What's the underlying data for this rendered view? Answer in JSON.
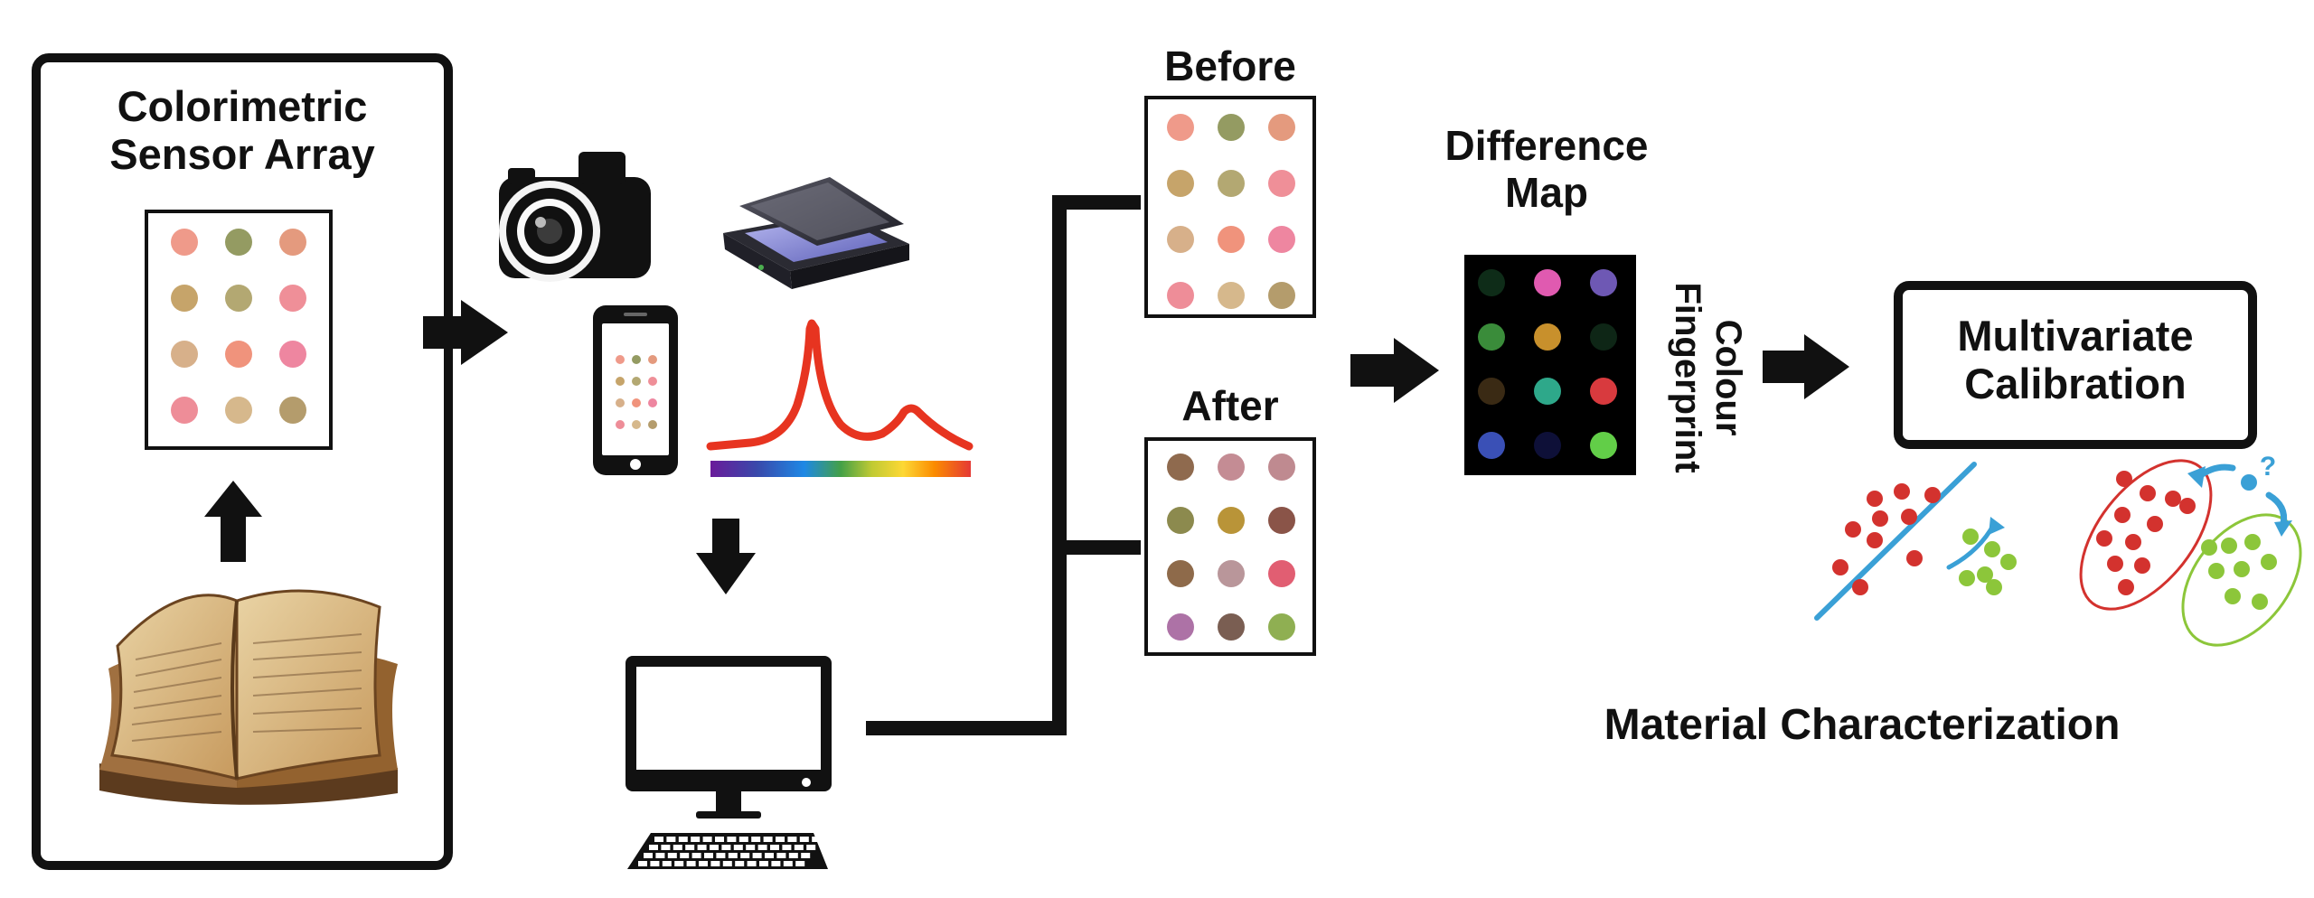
{
  "labels": {
    "sensor_title_line1": "Colorimetric",
    "sensor_title_line2": "Sensor Array",
    "before": "Before",
    "after": "After",
    "difference_line1": "Difference",
    "difference_line2": "Map",
    "fingerprint_line1": "Colour",
    "fingerprint_line2": "Fingerprint",
    "calibration_line1": "Multivariate",
    "calibration_line2": "Calibration",
    "material": "Material Characterization",
    "question_mark": "?"
  },
  "colors": {
    "sensor_array": [
      "#ef9a8a",
      "#949b62",
      "#e49a7e",
      "#c6a46a",
      "#b3a872",
      "#ef8f98",
      "#d7b08a",
      "#f0937c",
      "#ee86a0",
      "#ee8d98",
      "#d6b88c",
      "#b49c6c"
    ],
    "before_array": [
      "#ef9a8a",
      "#949b62",
      "#e49a7e",
      "#c6a46a",
      "#b3a872",
      "#ef8f98",
      "#d7b08a",
      "#f0937c",
      "#ee86a0",
      "#ee8d98",
      "#d6b88c",
      "#b49c6c"
    ],
    "after_array": [
      "#8f6a4e",
      "#c48c94",
      "#bf8a90",
      "#8c8a4e",
      "#b99438",
      "#8a5448",
      "#8e6a4a",
      "#b9969a",
      "#e15e72",
      "#ad72a6",
      "#7a5e52",
      "#8faf52"
    ],
    "difference_map": [
      "#0e2c18",
      "#e05ab0",
      "#6e58b4",
      "#3a8c3a",
      "#c8902c",
      "#0e2616",
      "#3a2a14",
      "#2ea88a",
      "#d83a3e",
      "#3a50b6",
      "#0e1038",
      "#62ce48"
    ],
    "red_cluster": "#d3322e",
    "green_cluster": "#8cc63a",
    "blue_line": "#3aa0d6",
    "spectrum_line": "#e73420"
  }
}
